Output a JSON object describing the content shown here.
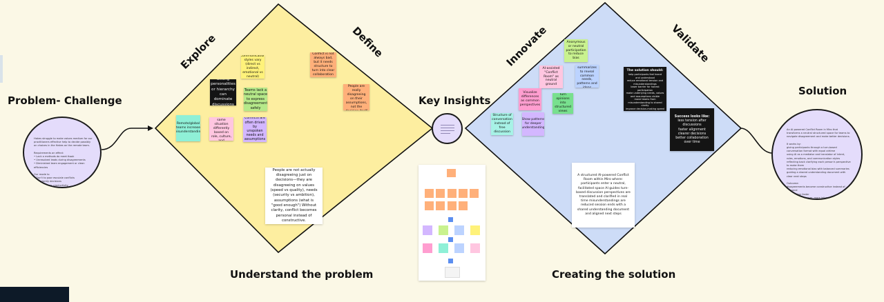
{
  "labels": {
    "problem": "Problem- Challenge",
    "key_insights": "Key Insights",
    "solution": "Solution",
    "understand": "Understand the problem",
    "creating": "Creating the solution",
    "explore": "Explore",
    "define": "Define",
    "innovate": "Innovate",
    "validate": "Validate"
  },
  "problem_circle_text": "Hakes struggle to make values medium for our practitioners effective help to decide possibly on choices in the Hakes on the remote team.\n\nRequirements an effect:\n• Lack a methods do meet ttook\n• Unresolved leads during disagreements\n• Diminished team engagement or clean efficiencies\n\nOur mode is:\n• Don't to poor escuiale conflicts\n• constantly decisions\n• Dot of frame, productivity",
  "explore_stickies": [
    {
      "text": "Communication styles vary (direct vs indirect, emotional vs neutral)",
      "color": "#fff27a"
    },
    {
      "text": "Strong personalities or hierarchy can dominate discussions",
      "color": "#141414",
      "dark": true
    },
    {
      "text": "Teams lack a neutral space to express disagreement safely",
      "color": "#b6e98a"
    },
    {
      "text": "Conflicts are often driven by unspoken needs and assumptions",
      "color": "#d3b7ff"
    },
    {
      "text": "Remote/global teams increase misunderstanding",
      "color": "#8ff0d7"
    },
    {
      "text": "People interpret the same situation differently based on role, culture, and experience",
      "color": "#ffc6e0"
    }
  ],
  "define_stickies": [
    {
      "text": "Conflict is not always bad, but it needs structure to turn into clear collaboration",
      "color": "#ffb07a"
    },
    {
      "text": "Core problem: People are really disagreeing on their assumptions, not the decision itself",
      "color": "#ffb07a"
    }
  ],
  "insight_card": "People are not actually disagreeing just on decisions—they are disagreeing on values (speed vs quality), needs (security vs ambition), assumptions (what is \"good enough\")\nWithout clarity, conflict becomes personal instead of constructive.",
  "innovate_stickies": [
    {
      "text": "Anonymous or neutral participation to reduce bias",
      "color": "#c9f28f"
    },
    {
      "text": "AI-assisted \"Conflict Room\" as neutral ground",
      "color": "#ffc6e0"
    },
    {
      "text": "AI summarizes to reveal common needs, patterns and ideas",
      "color": "#bcd3ff"
    },
    {
      "text": "Visualize differences as common perspectives",
      "color": "#ff9ed0"
    },
    {
      "text": "Turn opinions into structured views",
      "color": "#78e08e"
    },
    {
      "text": "Structure of conversation instead of free discussion",
      "color": "#a7f2e6"
    },
    {
      "text": "Show patterns for deeper understanding",
      "color": "#d3b7ff"
    }
  ],
  "validate_notes": [
    {
      "title": "The solution should:",
      "text": "help participants feel heard and understood\nreduce emotional tension and misunderstandings\nlower barrier for honest participation\nmake underlying needs, values and assumptions visible\nmove teams from misunderstanding to shared clarity\nimprove decision-making speed and quality"
    },
    {
      "title": "Success looks like:",
      "text": "less tension after discussions\nfaster alignment\nclearer decisions\nbetter collaboration over time"
    }
  ],
  "validate_card": "A structured AI-powered Conflict Room within Miro where: participants enter a neutral, facilitated space\nAI guides turn-based discussion\nperspectives are translated and clarified in real time\nmisunderstandings are reduced\nsession ends with a shared understanding document and aligned next steps",
  "solution_circle_text": "An AI-powered Conflict Room in Miro that transforms a neutral structured space for teams to navigate disagreement and make better decisions.\n\nIt works by:\ngiving participants through a turn-based conversation format with equal airtime\nusing AI as a mediator and translator of intent, roles, emotions, and communication styles\nreflecting back clarifying each person's perspective to make them\nreducing emotional bias with balanced summaries\nguiding a shared understanding document with clear next steps\n\nOutcome:\ndisagreements become constructive instead of personal\nteams align faster\ndecisions are clearer, more informed, and better supported",
  "colors": {
    "background": "#fbf8e6",
    "diamond_left": "#fdeea0",
    "diamond_right": "#cddcf7",
    "circle_fill": "#e4dcfb"
  }
}
